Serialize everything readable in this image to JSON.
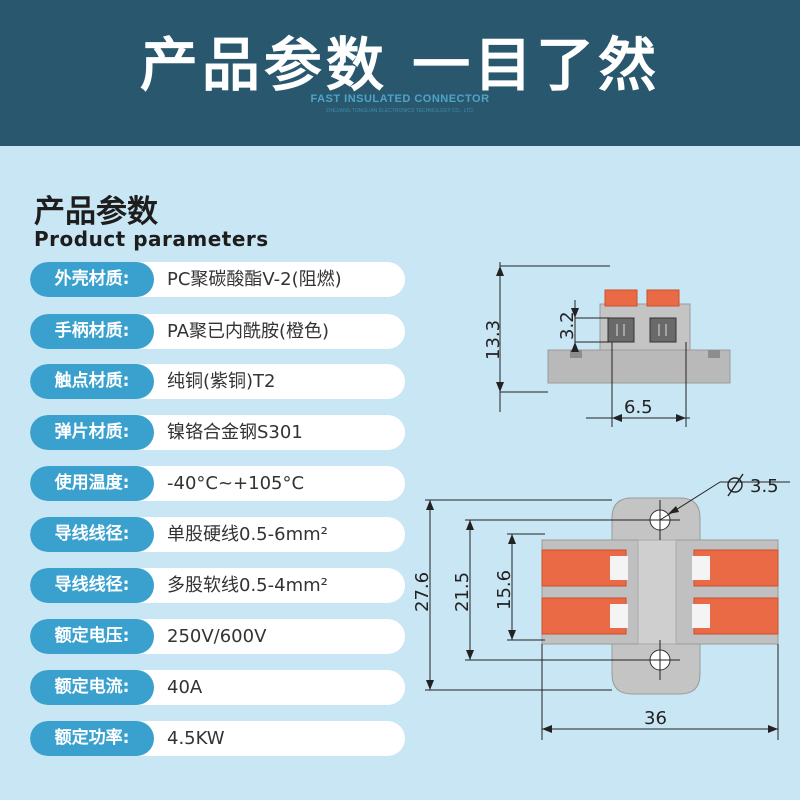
{
  "banner": {
    "title": "产品参数 一目了然",
    "subtitle_en": "FAST INSULATED CONNECTOR",
    "company_en": "ZHEJIANG TONGLIAN ELECTRONICS TECHNOLOGY CO., LTD."
  },
  "section": {
    "title": "产品参数",
    "subtitle": "Product parameters"
  },
  "params": [
    {
      "label": "外壳材质:",
      "value": "PC聚碳酸酯V-2(阻燃)"
    },
    {
      "label": "手柄材质:",
      "value": "PA聚已内酰胺(橙色)"
    },
    {
      "label": "触点材质:",
      "value": "纯铜(紫铜)T2"
    },
    {
      "label": "弹片材质:",
      "value": "镍铬合金钢S301"
    },
    {
      "label": "使用温度:",
      "value": "-40°C~+105°C"
    },
    {
      "label": "导线线径:",
      "value": "单股硬线0.5-6mm²"
    },
    {
      "label": "导线线径:",
      "value": "多股软线0.5-4mm²"
    },
    {
      "label": "额定电压:",
      "value": "250V/600V"
    },
    {
      "label": "额定电流:",
      "value": "40A"
    },
    {
      "label": "额定功率:",
      "value": "4.5KW"
    }
  ],
  "dimensions": {
    "side_height": "13.3",
    "side_slot": "3.2",
    "side_pitch": "6.5",
    "hole_diameter": "3.5",
    "total_height": "27.6",
    "hole_spacing": "21.5",
    "lever_span": "15.6",
    "width": "36"
  },
  "colors": {
    "banner": "#29586e",
    "background": "#c9e6f4",
    "label": "#3aa1cf",
    "lever": "#ea6a45",
    "housing": "#b3b3b3"
  }
}
